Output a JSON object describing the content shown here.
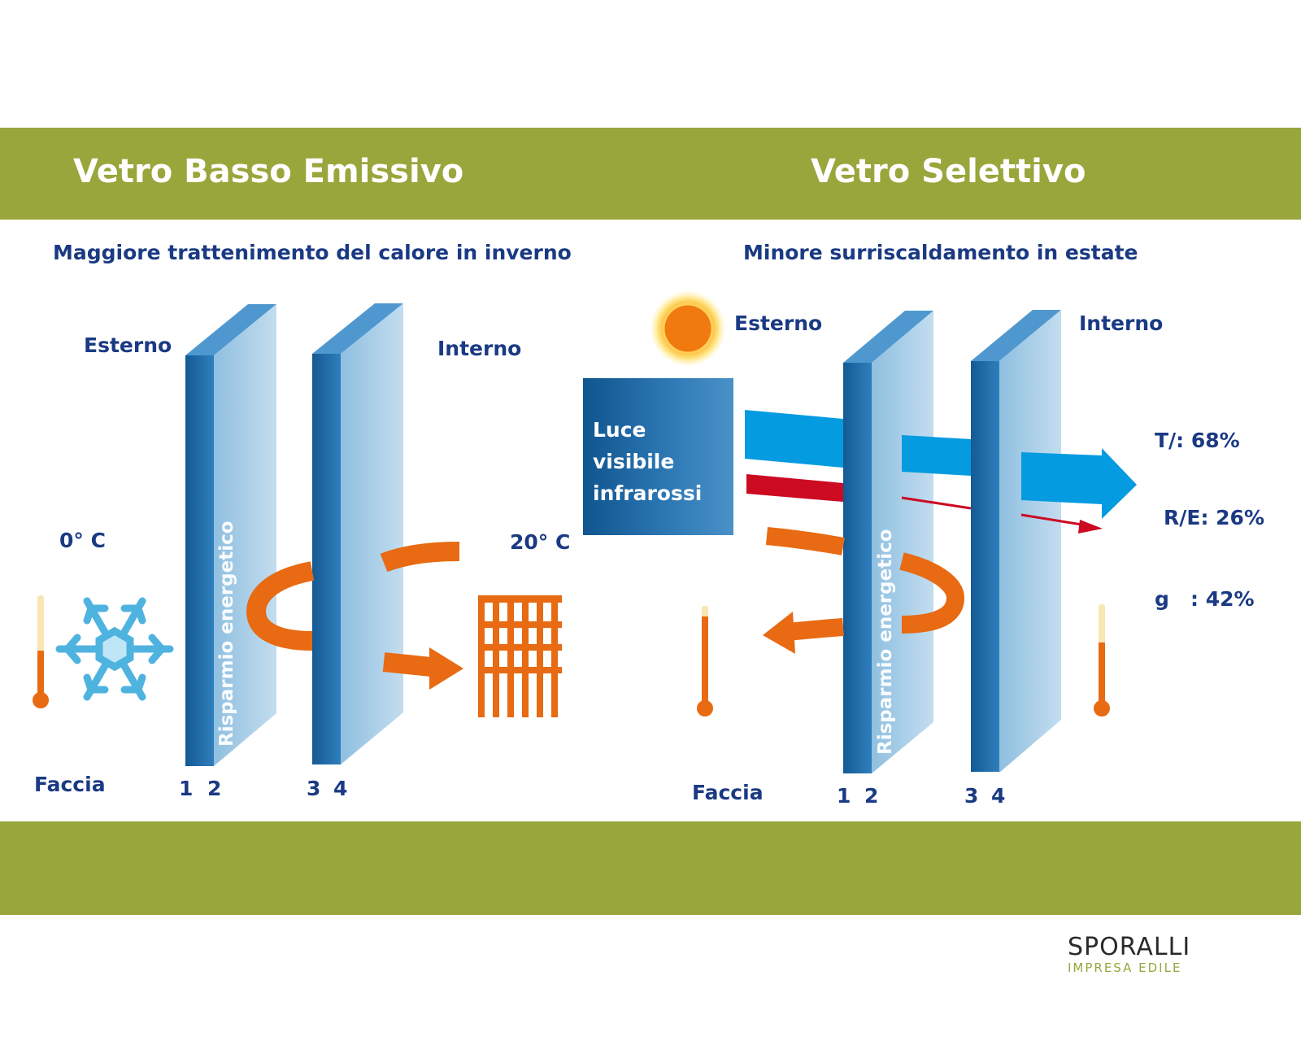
{
  "header": {
    "left_title": "Vetro Basso Emissivo",
    "right_title": "Vetro Selettivo"
  },
  "left_panel": {
    "subtitle": "Maggiore trattenimento del calore in inverno",
    "outside_label": "Esterno",
    "inside_label": "Interno",
    "outside_temp": "0° C",
    "inside_temp": "20° C",
    "energy_label": "Risparmio energetico",
    "face_label": "Faccia",
    "face_numbers": [
      "1",
      "2",
      "3",
      "4"
    ]
  },
  "right_panel": {
    "subtitle": "Minore surriscaldamento in estate",
    "outside_label": "Esterno",
    "inside_label": "Interno",
    "light_box_lines": [
      "Luce",
      "visibile",
      "infrarossi"
    ],
    "energy_label": "Risparmio energetico",
    "face_label": "Faccia",
    "face_numbers": [
      "1",
      "2",
      "3",
      "4"
    ],
    "stats": [
      "T/: 68%",
      "R/E: 26%",
      "g   : 42%"
    ]
  },
  "colors": {
    "band": "#98a63c",
    "text": "#1b3a84",
    "glass_edge": "#1d6aa5",
    "glass_face": "#a9cde6",
    "heat": "#e86a12",
    "light": "#049be0",
    "infrared": "#cc0a22"
  },
  "icons": [
    "sun-icon",
    "snowflake-icon",
    "thermometer-icon",
    "radiator-icon"
  ],
  "logo": {
    "name": "SPORALLI",
    "tagline": "IMPRESA EDILE"
  }
}
